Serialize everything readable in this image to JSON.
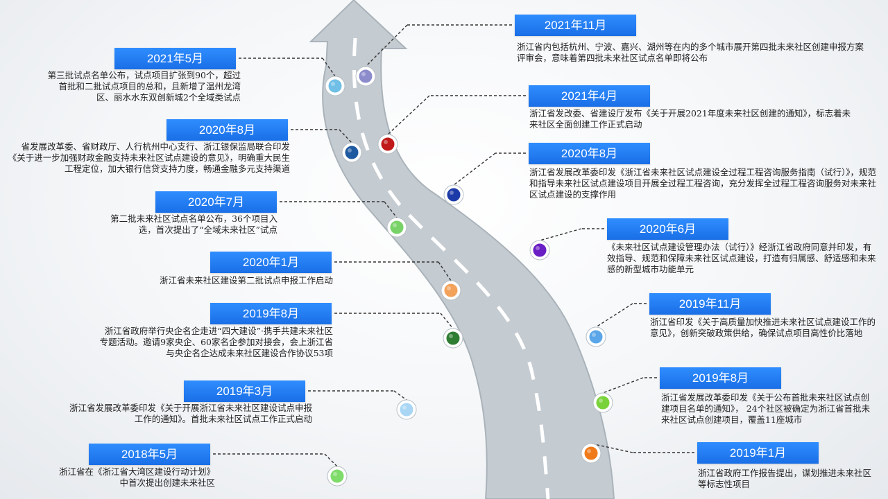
{
  "left_events": [
    {
      "date": "2021年5月",
      "text": "第三批试点名单公布，试点项目扩张到90个，超过首批和二批试点项目的总和，且新增了温州龙湾区、丽水水东双创新城2个全域类试点",
      "color": "#6fbfe6"
    },
    {
      "date": "2020年8月",
      "text": "省发展改革委、省财政厅、人行杭州中心支行、浙江银保监局联合印发《关于进一步加强财政金融支持未来社区试点建设的意见》，明确重大民生工程定位，加大银行信贷支持力度，畅通金融多元支持渠道",
      "color": "#1e5aa0"
    },
    {
      "date": "2020年7月",
      "text": "第二批未来社区试点名单公布，36个项目入选，首次提出了“全域未来社区”试点",
      "color": "#78d267"
    },
    {
      "date": "2020年1月",
      "text": "浙江省未来社区建设第二批试点申报工作启动",
      "color": "#f2a25a"
    },
    {
      "date": "2019年8月",
      "text": "浙江省政府举行央企名企走进“四大建设”·携手共建未来社区专题活动。邀请9家央企、60家名企参加对接会，会上浙江省与央企名企达成未来社区建设合作协议53项",
      "color": "#2e7d32"
    },
    {
      "date": "2019年3月",
      "text": "浙江省发展改革委印发《关于开展浙江省未来社区建设试点申报工作的通知》。首批未来社区试点工作正式启动",
      "color": "#a9d6f5"
    },
    {
      "date": "2018年5月",
      "text": "浙江省在《浙江省大湾区建设行动计划》中首次提出创建未来社区",
      "color": "#7fdc6a"
    }
  ],
  "right_events": [
    {
      "date": "2021年11月",
      "text": "浙江省内包括杭州、宁波、嘉兴、湖州等在内的多个城市展开第四批未来社区创建申报方案评审会，意味着第四批未来社区试点名单即将公布",
      "color": "#8c8ccc"
    },
    {
      "date": "2021年4月",
      "text": "浙江省发改委、省建设厅发布《关于开展2021年度未来社区创建的通知》，标志着未来社区全面创建工作正式启动",
      "color": "#c01a1a"
    },
    {
      "date": "2020年8月",
      "text": "浙江省发展改革委印发《浙江省未来社区试点建设全过程工程咨询服务指南（试行）》，规范和指导未来社区试点建设项目开展全过程工程咨询，充分发挥全过程工程咨询服务对未来社区试点建设的支撑作用",
      "color": "#1c3aa8"
    },
    {
      "date": "2020年6月",
      "text": "《未来社区试点建设管理办法（试行）》经浙江省政府同意并印发，有效指导、规范和保障未来社区试点建设，打造有归属感、舒适感和未来感的新型城市功能单元",
      "color": "#6a1fc4"
    },
    {
      "date": "2019年11月",
      "text": "浙江省印发《关于高质量加快推进未来社区试点建设工作的意见》，创新突破政策供给，确保试点项目高性价比落地",
      "color": "#5aa6e8"
    },
    {
      "date": "2019年8月",
      "text": "浙江省发展改革委印发《关于公布首批未来社区试点创建项目名单的通知》， 24个社区被确定为浙江省首批未来社区试点创建项目，覆盖11座城市",
      "color": "#7ad23a"
    },
    {
      "date": "2019年1月",
      "text": "浙江省政府工作报告提出，谋划推进未来社区等标志性项目",
      "color": "#f07a1a"
    }
  ],
  "colors": {
    "date_box": "#1a73f0",
    "road": "#c4cbd1",
    "road_edge": "#aab3ba",
    "lane": "#ffffff",
    "connector": "#333333"
  }
}
